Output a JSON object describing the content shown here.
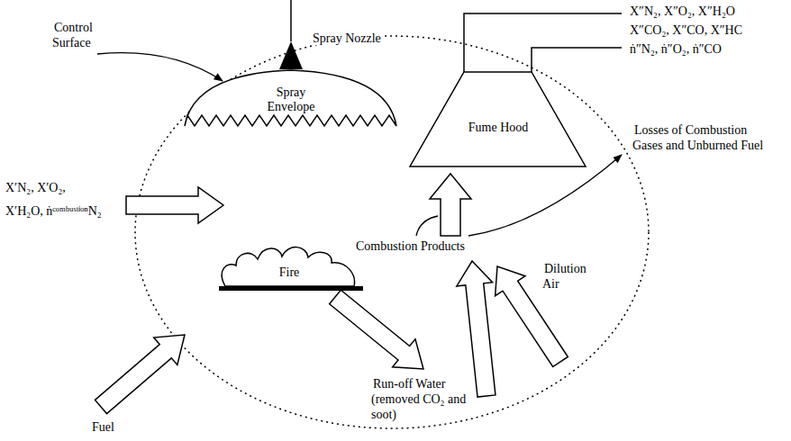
{
  "diagram": {
    "nodes": [
      {
        "text": [
          "Spray Envelope"
        ]
      },
      {
        "text": [
          "Fume Hood"
        ]
      },
      {
        "text": [
          "Fire"
        ]
      }
    ],
    "labels": [
      "Control Surface",
      "Spray Nozzle",
      "X″N₂, X″O₂, X″H₂O",
      "X″CO₂, X″CO, X″HC",
      "ṅ″N₂, ṅ″O₂, ṅ″CO",
      "X′N₂, X′O₂,",
      "X′H₂O, ṅᶜᵒᵐᵇᵘˢᵗⁱᵒⁿN₂",
      "Combustion Products",
      "Losses of Combustion Gases and Unburned Fuel",
      "Dilution Air",
      "Run-off Water (removed CO₂ and soot)",
      "Fuel"
    ]
  }
}
